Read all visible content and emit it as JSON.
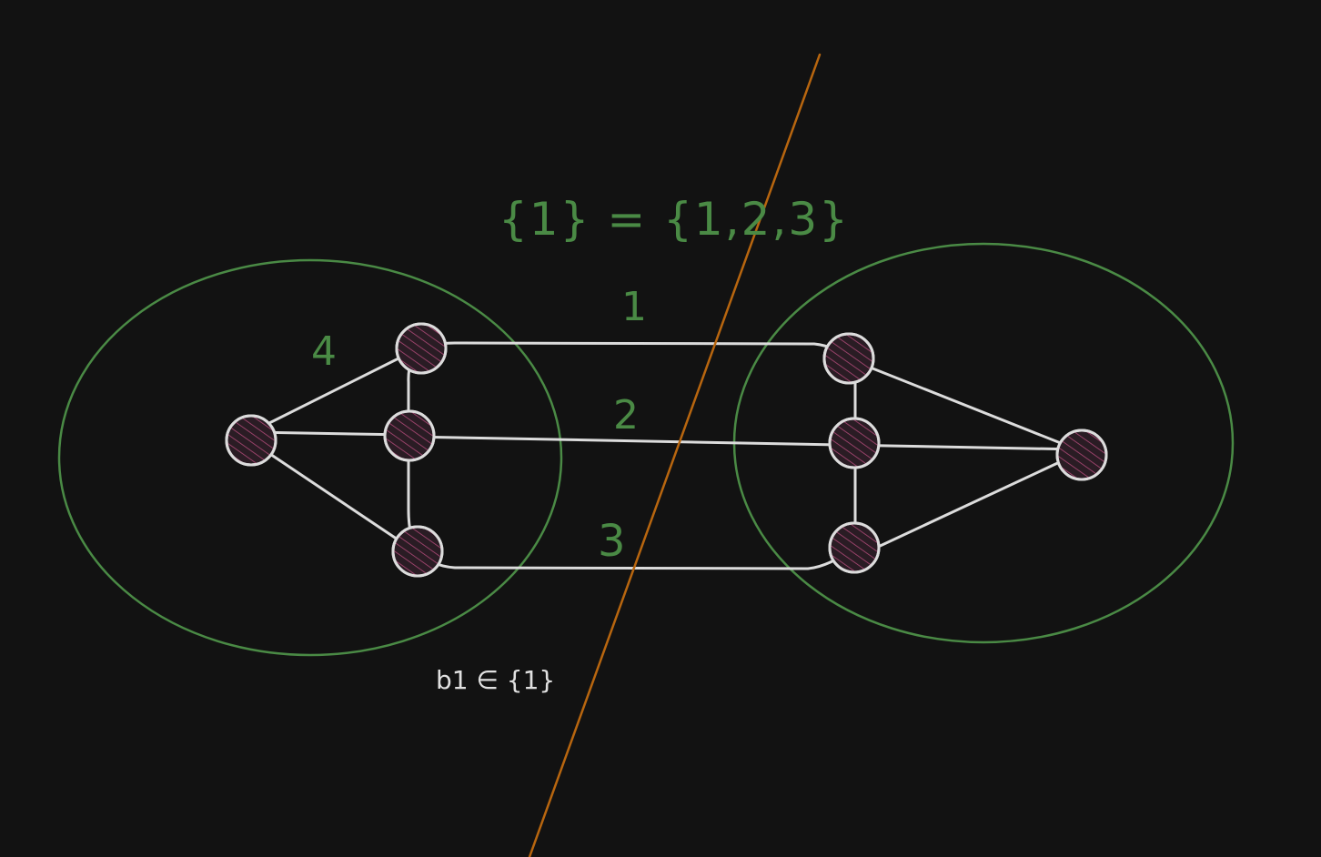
{
  "colors": {
    "background": "#121212",
    "cluster": "#4a8a45",
    "edge": "#dcdcdc",
    "node_fill": "#2a1c24",
    "node_hatch": "#b04a78",
    "cut_line": "#b8660f",
    "note_text": "#e0e0e0"
  },
  "labels": {
    "equation": "{1} = {1,2,3}",
    "edge_1": "1",
    "edge_2": "2",
    "edge_3": "3",
    "edge_4": "4",
    "note": "b1 ∈ {1}"
  }
}
